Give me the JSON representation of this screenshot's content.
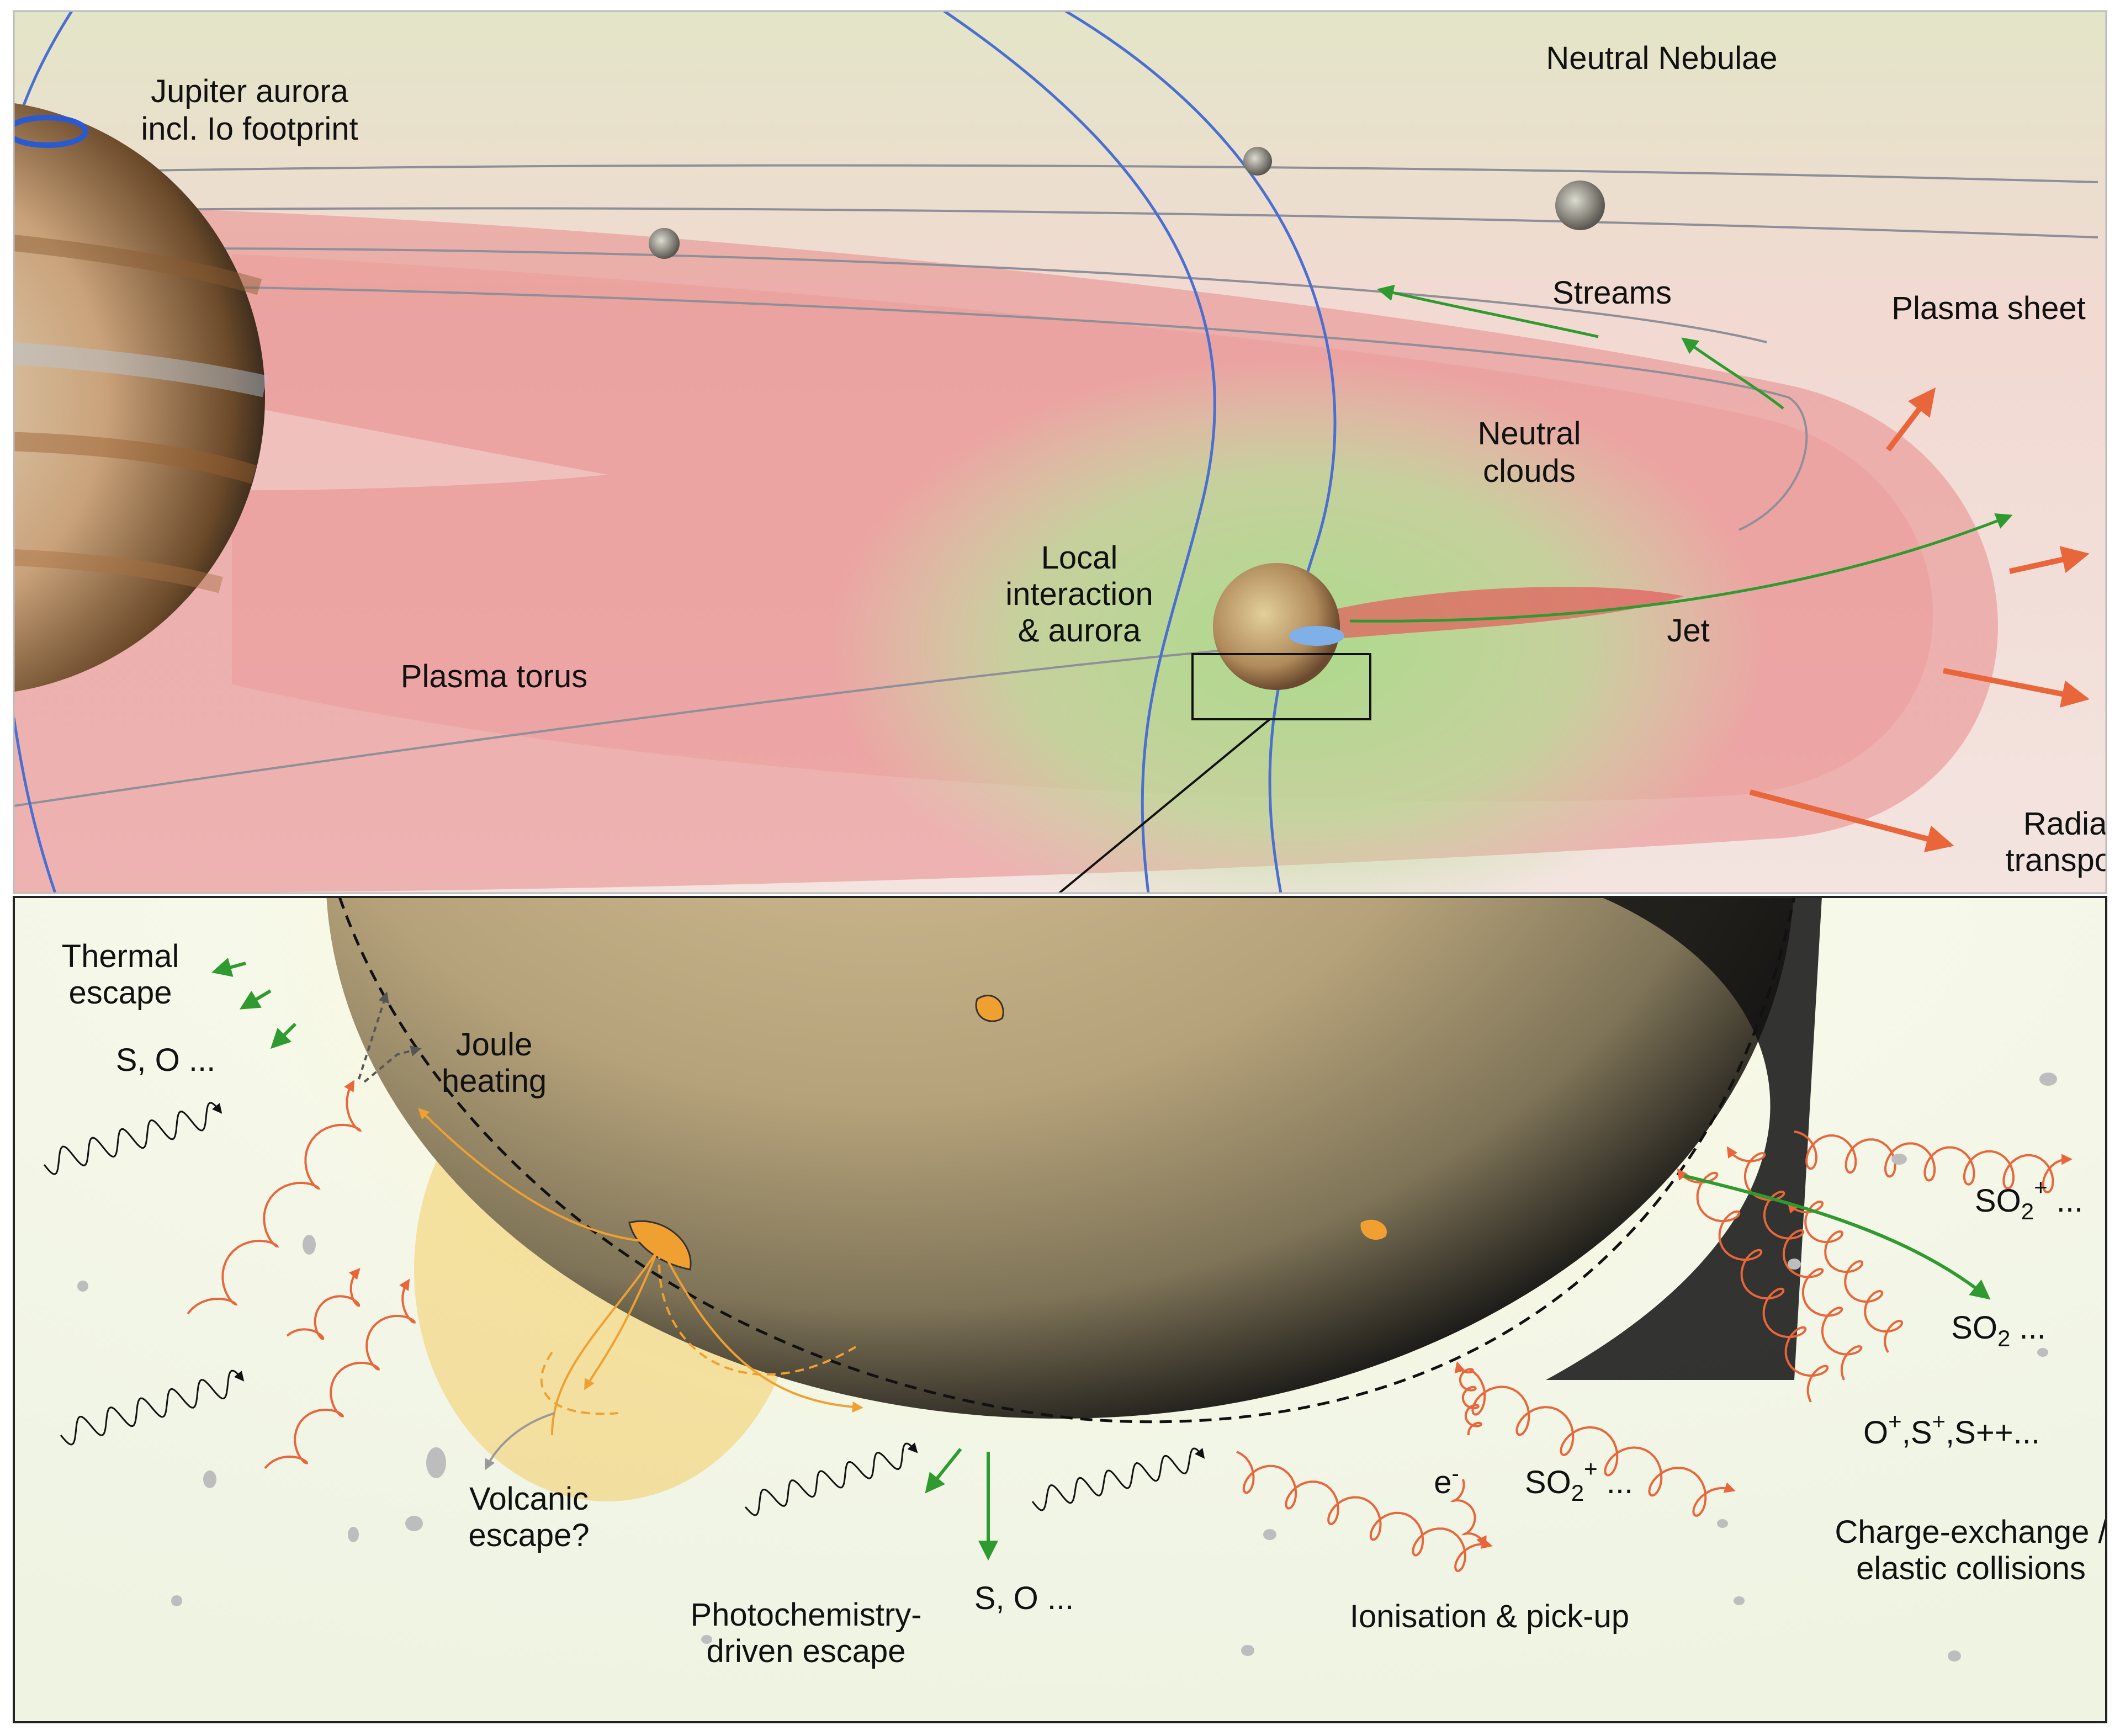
{
  "top_panel": {
    "labels": {
      "jupiter_aurora": [
        "Jupiter aurora",
        "incl. Io footprint"
      ],
      "neutral_nebulae": "Neutral Nebulae",
      "streams": "Streams",
      "plasma_sheet": "Plasma sheet",
      "neutral_clouds": [
        "Neutral",
        "clouds"
      ],
      "local_interaction": [
        "Local",
        "interaction",
        "& aurora"
      ],
      "jet": "Jet",
      "plasma_torus": "Plasma torus",
      "radial_transport": [
        "Radial",
        "transport"
      ]
    }
  },
  "bottom_panel": {
    "labels": {
      "thermal_escape": [
        "Thermal",
        "escape"
      ],
      "s_o_left": "S, O ...",
      "joule_heating": [
        "Joule",
        "heating"
      ],
      "volcanic_escape": [
        "Volcanic",
        "escape?"
      ],
      "photochemistry_escape": [
        "Photochemistry-",
        "driven escape"
      ],
      "s_o_bottom": "S, O ...",
      "electron": "e",
      "electron_sup": "-",
      "so2_ion_mid": {
        "base": "SO",
        "sub": "2",
        "sup": "+",
        "tail": " ..."
      },
      "ionisation_pickup": "Ionisation & pick-up",
      "so2_ion_right": {
        "base": "SO",
        "sub": "2",
        "sup": "+",
        "tail": " ..."
      },
      "so2_neutral": {
        "base": "SO",
        "sub": "2",
        "tail": " ..."
      },
      "ions": {
        "o": "O",
        "s": "S",
        "plus": "+",
        "tail": ",S++..."
      },
      "charge_exchange": [
        "Charge-exchange /",
        "elastic collisions"
      ]
    }
  },
  "colors": {
    "plasma": "#e88a8a",
    "neutral_cloud": "#b9df9a",
    "field_line": "#4a6fd0",
    "gyro_arrow": "#e8663a",
    "green_arrow": "#2f9a2f",
    "volcanic": "#f0a030",
    "io_surface": "#b5a27a"
  }
}
